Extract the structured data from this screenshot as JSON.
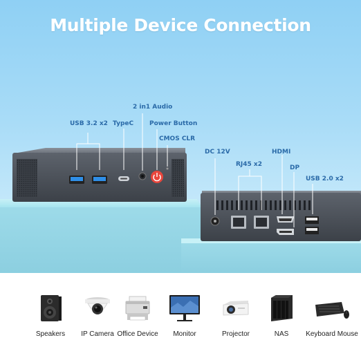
{
  "title": "Multiple Device Connection",
  "front_labels": {
    "usb32": "USB 3.2 x2",
    "typec": "TypeC",
    "audio": "2 in1 Audio",
    "power": "Power Button",
    "cmos": "CMOS CLR"
  },
  "rear_labels": {
    "dc": "DC 12V",
    "rj45": "RJ45 x2",
    "hdmi": "HDMI",
    "dp": "DP",
    "usb20": "USB 2.0 x2"
  },
  "devices": [
    {
      "name": "Speakers",
      "icon": "speaker-icon"
    },
    {
      "name": "IP Camera",
      "icon": "ip-camera-icon"
    },
    {
      "name": "Office Device",
      "icon": "printer-icon"
    },
    {
      "name": "Monitor",
      "icon": "monitor-icon"
    },
    {
      "name": "Projector",
      "icon": "projector-icon"
    },
    {
      "name": "NAS",
      "icon": "nas-icon"
    },
    {
      "name": "Keyboard Mouse",
      "icon": "keyboard-mouse-icon"
    }
  ],
  "colors": {
    "title": "#ffffff",
    "label": "#2a6aa8",
    "usb_blue": "#2f8fe8",
    "power_red": "#e8463c",
    "pedestal": "#a6e4ef"
  }
}
